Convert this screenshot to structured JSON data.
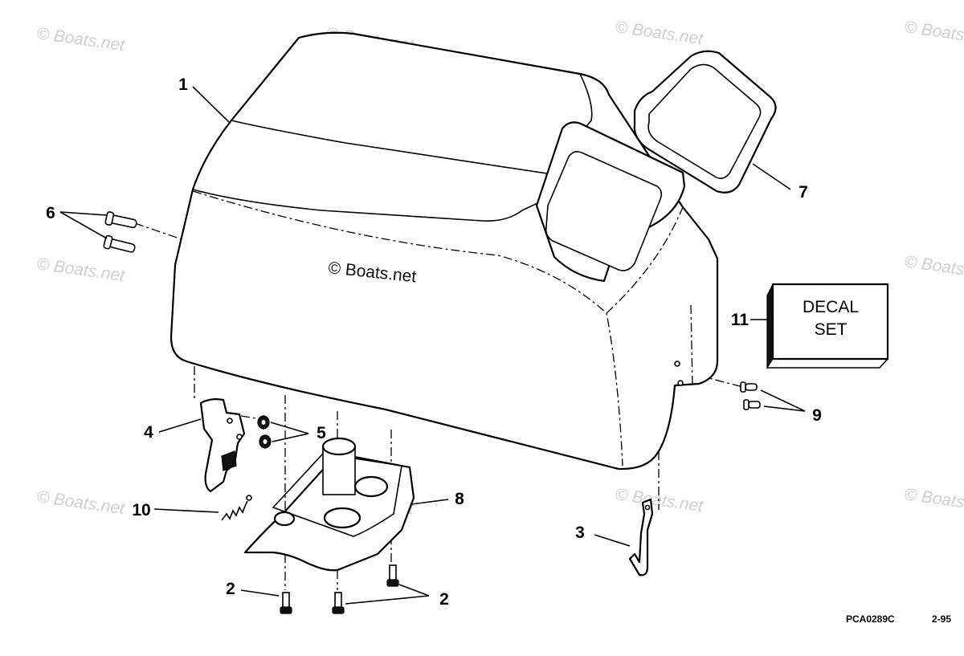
{
  "diagram": {
    "callouts": [
      "1",
      "2",
      "2",
      "2",
      "3",
      "4",
      "5",
      "6",
      "7",
      "8",
      "9",
      "10",
      "11"
    ],
    "decal_box": {
      "line1": "DECAL",
      "line2": "SET"
    },
    "watermark_center": "© Boats.net",
    "watermark_edge": "© Boats.net",
    "footer": {
      "code": "PCA0289C",
      "date": "2-95"
    }
  }
}
